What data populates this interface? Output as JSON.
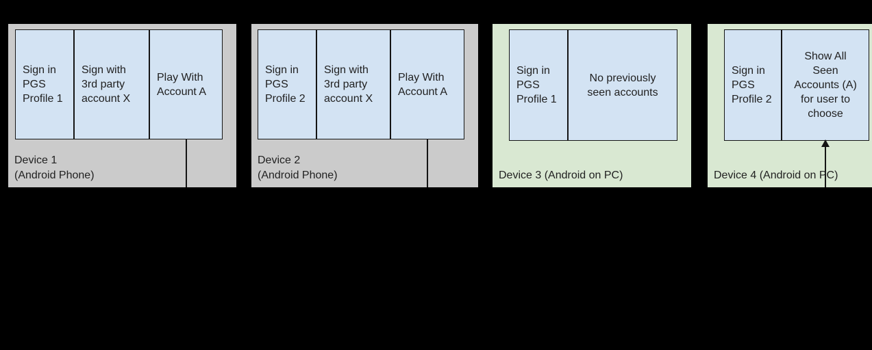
{
  "colors": {
    "background": "#000000",
    "phone_card_fill": "#cbcbcb",
    "pc_card_fill": "#d9e8d2",
    "step_box_fill": "#d3e3f3",
    "line_and_border": "#141414",
    "text": "#212121"
  },
  "devices": [
    {
      "name": "Device 1",
      "label": "Device 1\n(Android Phone)",
      "steps": [
        "Sign in\nPGS\nProfile 1",
        "Sign with\n3rd party\naccount X",
        "Play With\nAccount A"
      ]
    },
    {
      "name": "Device 2",
      "label": "Device 2\n(Android Phone)",
      "steps": [
        "Sign in\nPGS\nProfile 2",
        "Sign with\n3rd party\naccount X",
        "Play With\nAccount A"
      ]
    },
    {
      "name": "Device 3",
      "label": "Device 3 (Android on PC)",
      "steps": [
        "Sign in\nPGS\nProfile 1",
        "No previously\nseen accounts"
      ]
    },
    {
      "name": "Device 4",
      "label": "Device 4 (Android on PC)",
      "steps": [
        "Sign in\nPGS\nProfile 2",
        "Show All\nSeen\nAccounts (A)\nfor user to\nchoose"
      ]
    }
  ]
}
